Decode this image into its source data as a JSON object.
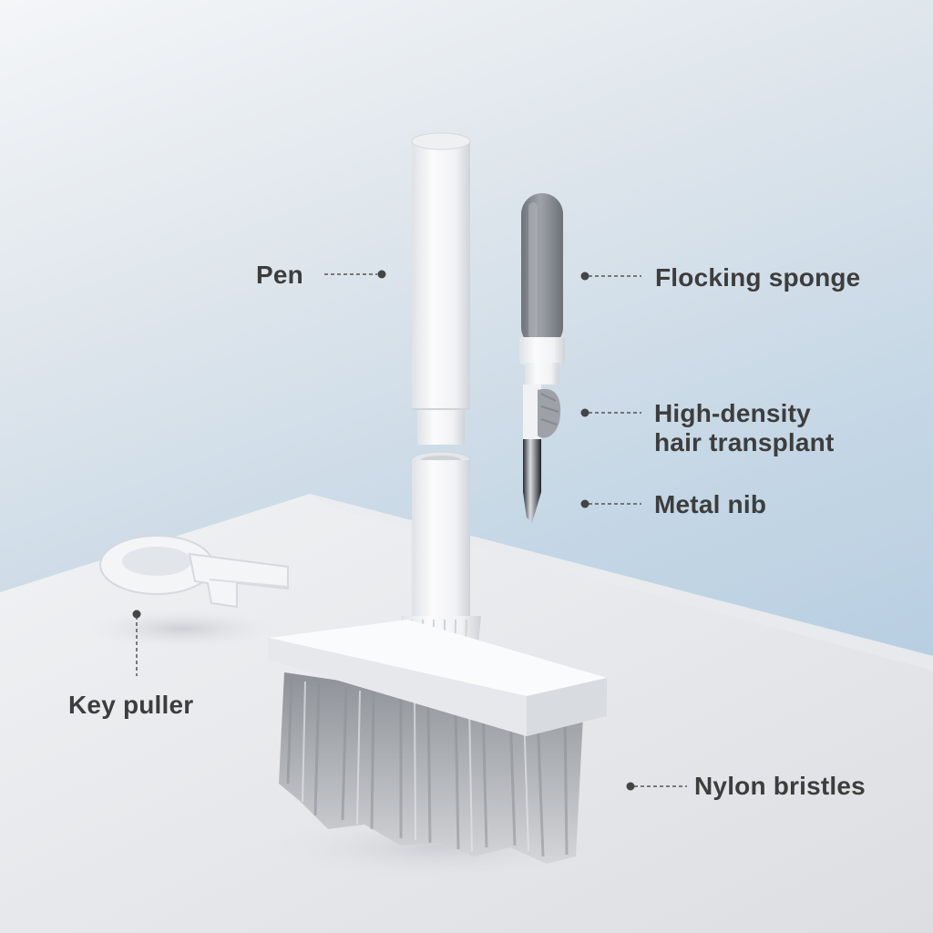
{
  "colors": {
    "label_text": "#3d3d3d",
    "leader_line": "#555555",
    "product_white": "#f7f8fa",
    "sponge_gray": "#8a8f95",
    "bristle_gray": "#a7abb0"
  },
  "callouts": {
    "pen": "Pen",
    "flocking_sponge": "Flocking sponge",
    "hair_transplant": "High-density hair transplant",
    "metal_nib": "Metal nib",
    "key_puller": "Key puller",
    "nylon_bristles": "Nylon bristles"
  }
}
